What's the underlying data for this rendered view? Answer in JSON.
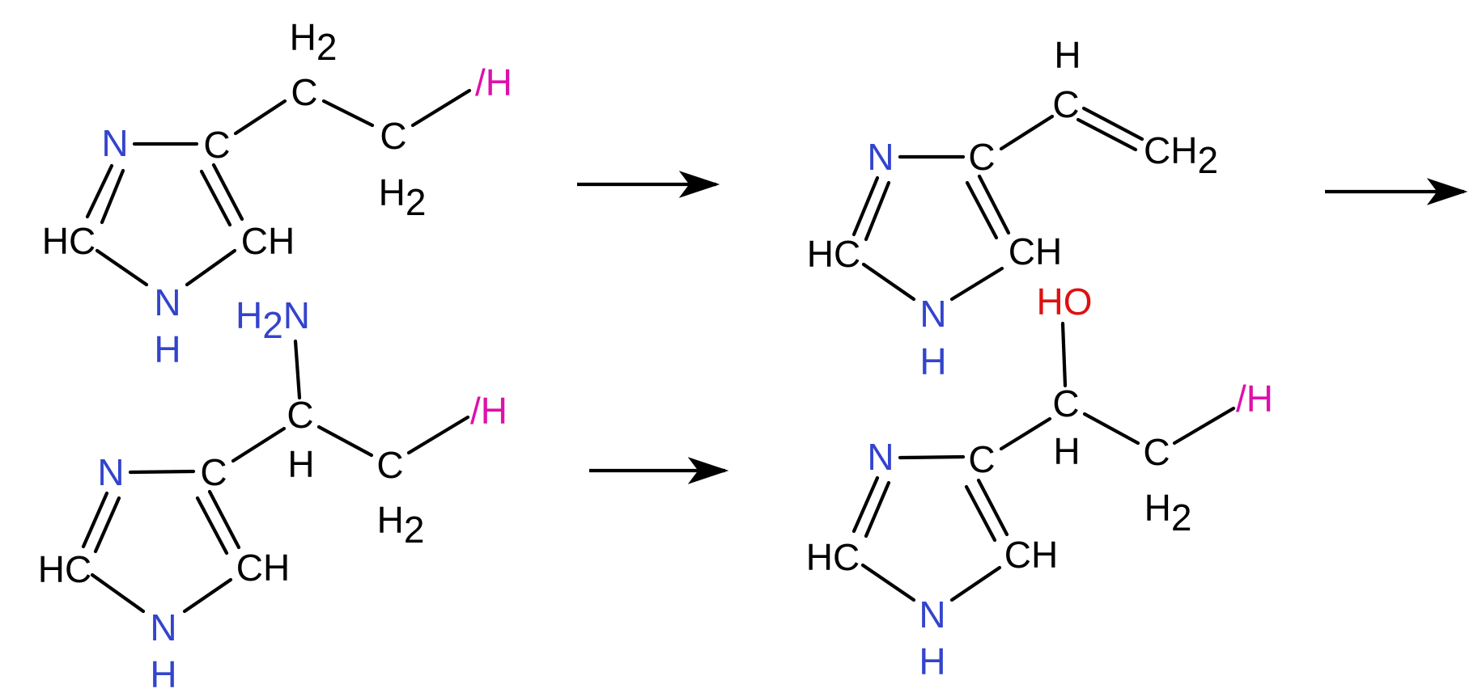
{
  "colors": {
    "carbon": "#000000",
    "nitrogen": "#3344cc",
    "oxygen": "#dd1111",
    "attach": "#dd11aa"
  },
  "molecules": [
    {
      "name": "ethyl-imidazole",
      "atoms": [
        {
          "id": "n3",
          "label": "N",
          "color": "nitrogen"
        },
        {
          "id": "c4",
          "label": "C",
          "color": "carbon"
        },
        {
          "id": "c5",
          "label": "CH",
          "color": "carbon"
        },
        {
          "id": "n1",
          "label": "N",
          "color": "nitrogen"
        },
        {
          "id": "n1h",
          "label": "H",
          "color": "nitrogen"
        },
        {
          "id": "c2",
          "label": "HC",
          "color": "carbon"
        },
        {
          "id": "ca",
          "label": "C",
          "color": "carbon"
        },
        {
          "id": "ca_h2",
          "label": "H",
          "sub": "2",
          "color": "carbon"
        },
        {
          "id": "cb",
          "label": "C",
          "color": "carbon"
        },
        {
          "id": "cb_h2",
          "label": "H",
          "sub": "2",
          "color": "carbon"
        },
        {
          "id": "r",
          "label": "/H",
          "color": "attach"
        }
      ]
    },
    {
      "name": "vinyl-imidazole",
      "atoms": [
        {
          "id": "n3",
          "label": "N",
          "color": "nitrogen"
        },
        {
          "id": "c4",
          "label": "C",
          "color": "carbon"
        },
        {
          "id": "c5",
          "label": "CH",
          "color": "carbon"
        },
        {
          "id": "n1",
          "label": "N",
          "color": "nitrogen"
        },
        {
          "id": "n1h",
          "label": "H",
          "color": "nitrogen"
        },
        {
          "id": "c2",
          "label": "HC",
          "color": "carbon"
        },
        {
          "id": "ca",
          "label": "C",
          "color": "carbon"
        },
        {
          "id": "ca_h",
          "label": "H",
          "color": "carbon"
        },
        {
          "id": "cb",
          "label": "CH",
          "sub": "2",
          "color": "carbon"
        }
      ]
    },
    {
      "name": "amino-imidazole",
      "atoms": [
        {
          "id": "n3",
          "label": "N",
          "color": "nitrogen"
        },
        {
          "id": "c4",
          "label": "C",
          "color": "carbon"
        },
        {
          "id": "c5",
          "label": "CH",
          "color": "carbon"
        },
        {
          "id": "n1",
          "label": "N",
          "color": "nitrogen"
        },
        {
          "id": "n1h",
          "label": "H",
          "color": "nitrogen"
        },
        {
          "id": "c2",
          "label": "HC",
          "color": "carbon"
        },
        {
          "id": "ca",
          "label": "C",
          "color": "carbon"
        },
        {
          "id": "ca_h",
          "label": "H",
          "color": "carbon"
        },
        {
          "id": "nh2",
          "label": "H",
          "sub": "2",
          "tail": "N",
          "color": "nitrogen"
        },
        {
          "id": "cb",
          "label": "C",
          "color": "carbon"
        },
        {
          "id": "cb_h2",
          "label": "H",
          "sub": "2",
          "color": "carbon"
        },
        {
          "id": "r",
          "label": "/H",
          "color": "attach"
        }
      ]
    },
    {
      "name": "hydroxy-imidazole",
      "atoms": [
        {
          "id": "n3",
          "label": "N",
          "color": "nitrogen"
        },
        {
          "id": "c4",
          "label": "C",
          "color": "carbon"
        },
        {
          "id": "c5",
          "label": "CH",
          "color": "carbon"
        },
        {
          "id": "n1",
          "label": "N",
          "color": "nitrogen"
        },
        {
          "id": "n1h",
          "label": "H",
          "color": "nitrogen"
        },
        {
          "id": "c2",
          "label": "HC",
          "color": "carbon"
        },
        {
          "id": "ca",
          "label": "C",
          "color": "carbon"
        },
        {
          "id": "ca_h",
          "label": "H",
          "color": "carbon"
        },
        {
          "id": "oh",
          "label": "HO",
          "color": "oxygen"
        },
        {
          "id": "cb",
          "label": "C",
          "color": "carbon"
        },
        {
          "id": "cb_h2",
          "label": "H",
          "sub": "2",
          "color": "carbon"
        },
        {
          "id": "r",
          "label": "/H",
          "color": "attach"
        }
      ]
    }
  ],
  "arrows": [
    "arrow-top-1",
    "arrow-top-2",
    "arrow-bottom"
  ]
}
